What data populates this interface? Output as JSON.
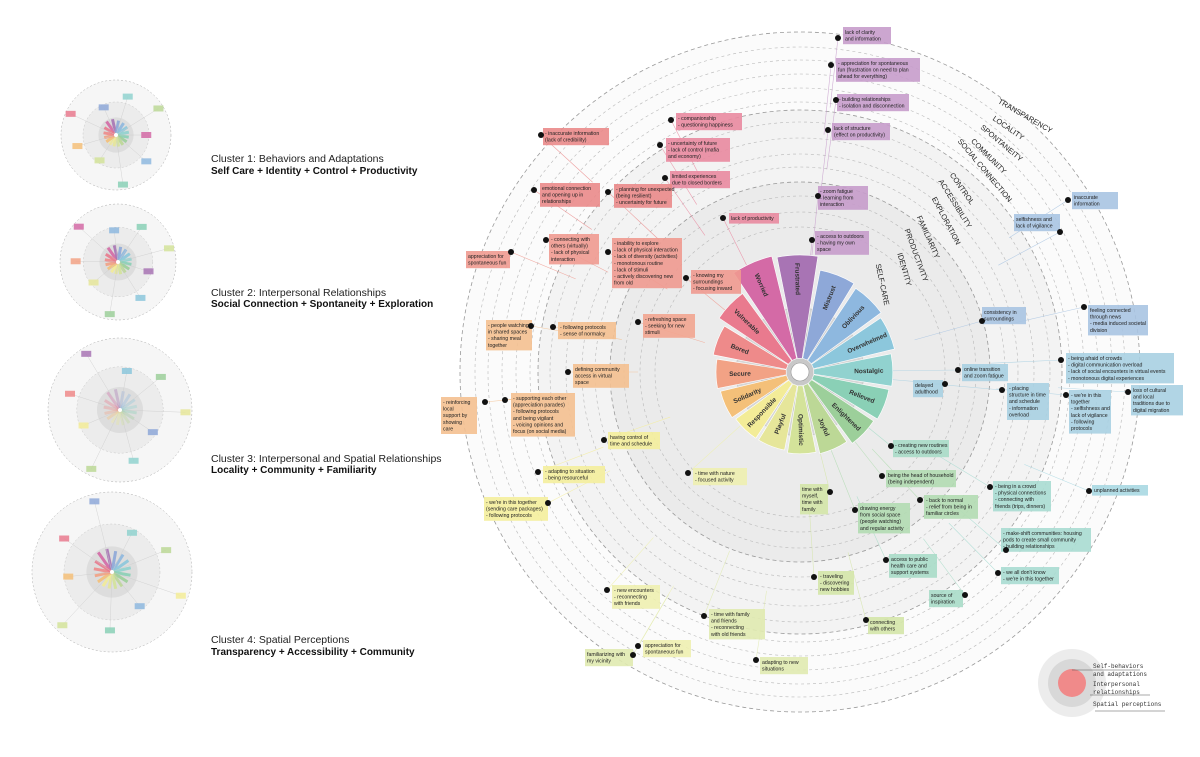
{
  "clusters": [
    {
      "title": "Cluster 1: Behaviors and Adaptations",
      "subtitle": "Self Care + Identity + Control + Productivity"
    },
    {
      "title": "Cluster 2: Interpersonal Relationships",
      "subtitle": "Social Connection + Spontaneity + Exploration"
    },
    {
      "title": "Cluster 3: Interpersonal and Spatial Relationships",
      "subtitle": "Locality + Community + Familiarity"
    },
    {
      "title": "Cluster 4: Spatial Perceptions",
      "subtitle": "Transparency + Accessibility + Community"
    }
  ],
  "rings": [
    "TRANSPARENCY",
    "LOCALITY",
    "SPONTANEITY",
    "COMMUNITY",
    "SOCIAL CONNECTION",
    "CONTROL",
    "ACCESSIBILITY",
    "EXPLORATION",
    "FAMILIARITY",
    "PRODUCTIVITY",
    "IDENTITY",
    "SELF-CARE"
  ],
  "emotions": [
    {
      "label": "Worried",
      "color": "#d46aa6",
      "value": 0.72
    },
    {
      "label": "Frustrated",
      "color": "#a874b4",
      "value": 0.7
    },
    {
      "label": "Mistrust",
      "color": "#8ea8d8",
      "value": 0.58
    },
    {
      "label": "Oblivious",
      "color": "#8eb8df",
      "value": 0.55
    },
    {
      "label": "Overwhelmed",
      "color": "#8cc7dc",
      "value": 0.52
    },
    {
      "label": "Nostalgic",
      "color": "#91d2cf",
      "value": 0.48
    },
    {
      "label": "Relieved",
      "color": "#8ad0b6",
      "value": 0.46
    },
    {
      "label": "Enlightened",
      "color": "#9ccf9a",
      "value": 0.44
    },
    {
      "label": "Joyful",
      "color": "#bcd896",
      "value": 0.4
    },
    {
      "label": "Optimistic",
      "color": "#d4e39a",
      "value": 0.38
    },
    {
      "label": "Playful",
      "color": "#e6e69a",
      "value": 0.36
    },
    {
      "label": "Responsible",
      "color": "#f3ec98",
      "value": 0.36
    },
    {
      "label": "Solidarity",
      "color": "#f4c079",
      "value": 0.38
    },
    {
      "label": "Secure",
      "color": "#f2a285",
      "value": 0.4
    },
    {
      "label": "Bored",
      "color": "#ee8a8a",
      "value": 0.44
    },
    {
      "label": "Vulnerable",
      "color": "#e97a8e",
      "value": 0.52
    }
  ],
  "notes": [
    {
      "id": "n1",
      "lines": [
        "lack of clarity",
        "and information"
      ],
      "color": "#c69ccb"
    },
    {
      "id": "n2",
      "lines": [
        "- appreciation for spontaneous",
        "fun (frustration on need to plan",
        "ahead for everything)"
      ],
      "color": "#c69ccb"
    },
    {
      "id": "n3",
      "lines": [
        "- building relationships",
        "- isolation and disconnection"
      ],
      "color": "#c69ccb"
    },
    {
      "id": "n4",
      "lines": [
        "lack of structure",
        "(effect on productivity)"
      ],
      "color": "#c69ccb"
    },
    {
      "id": "n5",
      "lines": [
        "- zoom fatigue",
        "- learning from",
        "interaction"
      ],
      "color": "#c69ccb"
    },
    {
      "id": "n6",
      "lines": [
        "- access to outdoors",
        "- having my own",
        "space"
      ],
      "color": "#c69ccb"
    },
    {
      "id": "n7",
      "lines": [
        "- companionship",
        "- questioning happiness"
      ],
      "color": "#e98aa0"
    },
    {
      "id": "n8",
      "lines": [
        "- uncertainty of future",
        "- lack of control (mafia",
        "and economy)"
      ],
      "color": "#e98aa0"
    },
    {
      "id": "n9",
      "lines": [
        "limited experiences",
        "due to closed borders"
      ],
      "color": "#e98aa0"
    },
    {
      "id": "n10",
      "lines": [
        "lack of productivity"
      ],
      "color": "#e98aa0"
    },
    {
      "id": "n11",
      "lines": [
        "- inaccurate information",
        "(lack of credibility)"
      ],
      "color": "#ea8a8a"
    },
    {
      "id": "n12",
      "lines": [
        "emotional connection",
        "and opening up in",
        "relationships"
      ],
      "color": "#ea8a8a"
    },
    {
      "id": "n13",
      "lines": [
        "- planning for unexpected",
        "(being resilient)",
        "- uncertainty for future"
      ],
      "color": "#ea8a8a"
    },
    {
      "id": "n14",
      "lines": [
        "- connecting with",
        "others (virtually)",
        "- lack of physical",
        "interaction"
      ],
      "color": "#ef9a90"
    },
    {
      "id": "n15",
      "lines": [
        "- inability to explore",
        "- lack of physical interaction",
        "- lack of diversity (activities)",
        "- monotonous routine",
        "- lack of stimuli",
        "- actively discovering new",
        "from old"
      ],
      "color": "#ef9a90"
    },
    {
      "id": "n16",
      "lines": [
        "appreciation for",
        "spontaneous fun"
      ],
      "color": "#ef9a90"
    },
    {
      "id": "n17",
      "lines": [
        "- knowing my",
        "surroundings",
        "- focusing inward"
      ],
      "color": "#ef9a90"
    },
    {
      "id": "n18",
      "lines": [
        "- refreshing space",
        "- seeking for new",
        "stimuli"
      ],
      "color": "#f2a590"
    },
    {
      "id": "n19",
      "lines": [
        "- following protocols",
        "- sense of normalcy"
      ],
      "color": "#f4c090"
    },
    {
      "id": "n20",
      "lines": [
        "- people watching",
        "in shared spaces",
        "- sharing meal",
        "together"
      ],
      "color": "#f4c090"
    },
    {
      "id": "n21",
      "lines": [
        "defining community",
        "access in virtual",
        "space"
      ],
      "color": "#f4c090"
    },
    {
      "id": "n22",
      "lines": [
        "- supporting each other",
        "(appreciation parades)",
        "- following protocols",
        "and being vigilant",
        "- voicing opinions and",
        "focus (on social media)"
      ],
      "color": "#f4c090"
    },
    {
      "id": "n23",
      "lines": [
        "- reinforcing",
        "local",
        "support by",
        "showing",
        "care"
      ],
      "color": "#f4c090"
    },
    {
      "id": "n24",
      "lines": [
        "having control of",
        "time and schedule"
      ],
      "color": "#f4ee9c"
    },
    {
      "id": "n25",
      "lines": [
        "- adapting to situation",
        "- being resourceful"
      ],
      "color": "#f4ee9c"
    },
    {
      "id": "n26",
      "lines": [
        "- we're in this together",
        "(sending care packages)",
        "- following protocols"
      ],
      "color": "#f4ee9c"
    },
    {
      "id": "n27",
      "lines": [
        "- time with nature",
        "- focused activity"
      ],
      "color": "#eef0b0"
    },
    {
      "id": "n28",
      "lines": [
        "- new encounters",
        "- reconnecting",
        "with friends"
      ],
      "color": "#eef0b0"
    },
    {
      "id": "n29",
      "lines": [
        "appreciation for",
        "spontaneous fun"
      ],
      "color": "#eef0b0"
    },
    {
      "id": "n30",
      "lines": [
        "familiarizing with",
        "my vicinity"
      ],
      "color": "#e0eab0"
    },
    {
      "id": "n31",
      "lines": [
        "- time with family",
        "and friends",
        "- reconnecting",
        "with old friends"
      ],
      "color": "#e0eab0"
    },
    {
      "id": "n32",
      "lines": [
        "adapting to new",
        "situations"
      ],
      "color": "#e0eab0"
    },
    {
      "id": "n33",
      "lines": [
        "time with",
        "myself,",
        "time with",
        "family"
      ],
      "color": "#d4e5a8"
    },
    {
      "id": "n34",
      "lines": [
        "- traveling",
        "- discovering",
        "new hobbies"
      ],
      "color": "#d4e5a8"
    },
    {
      "id": "n35",
      "lines": [
        "connecting",
        "with others"
      ],
      "color": "#d4e5a8"
    },
    {
      "id": "n36",
      "lines": [
        "being the head of household",
        "(being independent)"
      ],
      "color": "#b2dcb2"
    },
    {
      "id": "n37",
      "lines": [
        "drawing energy",
        "from social space",
        "(people watching)",
        "and regular activity"
      ],
      "color": "#b2dcb2"
    },
    {
      "id": "n38",
      "lines": [
        "- back to normal",
        "- relief from being in",
        "familiar circles"
      ],
      "color": "#b2dcb2"
    },
    {
      "id": "n39",
      "lines": [
        "access to public",
        "health care and",
        "support systems"
      ],
      "color": "#a8dcc8"
    },
    {
      "id": "n40",
      "lines": [
        "source of",
        "inspiration"
      ],
      "color": "#a8dcc8"
    },
    {
      "id": "n41",
      "lines": [
        "- creating new routines",
        "- access to outdoors"
      ],
      "color": "#a8dcc8"
    },
    {
      "id": "n42",
      "lines": [
        "- being in a crowd",
        "- physical connections",
        "- connecting with",
        "friends (trips, dinners)"
      ],
      "color": "#a8dcd2"
    },
    {
      "id": "n43",
      "lines": [
        "- make-shift communities: housing",
        "pods to create small community",
        "- building relationships"
      ],
      "color": "#a8dcd2"
    },
    {
      "id": "n44",
      "lines": [
        "- we all don't know",
        "- we're in this together"
      ],
      "color": "#a8dcd2"
    },
    {
      "id": "n45",
      "lines": [
        "unplanned activities"
      ],
      "color": "#a8d8e2"
    },
    {
      "id": "n46",
      "lines": [
        "delayed",
        "adulthood"
      ],
      "color": "#a8d0e2"
    },
    {
      "id": "n47",
      "lines": [
        "online transition",
        "and zoom fatigue"
      ],
      "color": "#a8d0e2"
    },
    {
      "id": "n48",
      "lines": [
        "- placing",
        "structure in time",
        "and schedule",
        "- information",
        "overload"
      ],
      "color": "#a8d0e2"
    },
    {
      "id": "n49",
      "lines": [
        "consistency in",
        "surroundings"
      ],
      "color": "#a8c4e2"
    },
    {
      "id": "n50",
      "lines": [
        "- being afraid of crowds",
        "- digital communication overload",
        "- lack of social encounters in virtual events",
        "- monotonous digital experiences"
      ],
      "color": "#a8d0e2"
    },
    {
      "id": "n51",
      "lines": [
        "- we're in this",
        "together",
        "- selfishness and",
        "lack of vigilance",
        "- following",
        "protocols"
      ],
      "color": "#a8d0e2"
    },
    {
      "id": "n52",
      "lines": [
        "loss of cultural",
        "and local",
        "traditions due to",
        "digital migration"
      ],
      "color": "#a8d0e2"
    },
    {
      "id": "n53",
      "lines": [
        "feeling connected",
        "through news",
        "- media induced societal",
        "division"
      ],
      "color": "#a8c4e2"
    },
    {
      "id": "n54",
      "lines": [
        "selfishness and",
        "lack of vigilance"
      ],
      "color": "#a8c4e2"
    },
    {
      "id": "n55",
      "lines": [
        "inaccurate",
        "information"
      ],
      "color": "#a8c4e2"
    }
  ],
  "legend": {
    "items": [
      "Self-behaviors",
      "and adaptations",
      "Interpersonal",
      "relationships",
      "Spatial perceptions"
    ],
    "colors": {
      "inner": "#f08a8a",
      "mid": "#d8d8d8",
      "outer": "#ececec"
    }
  }
}
